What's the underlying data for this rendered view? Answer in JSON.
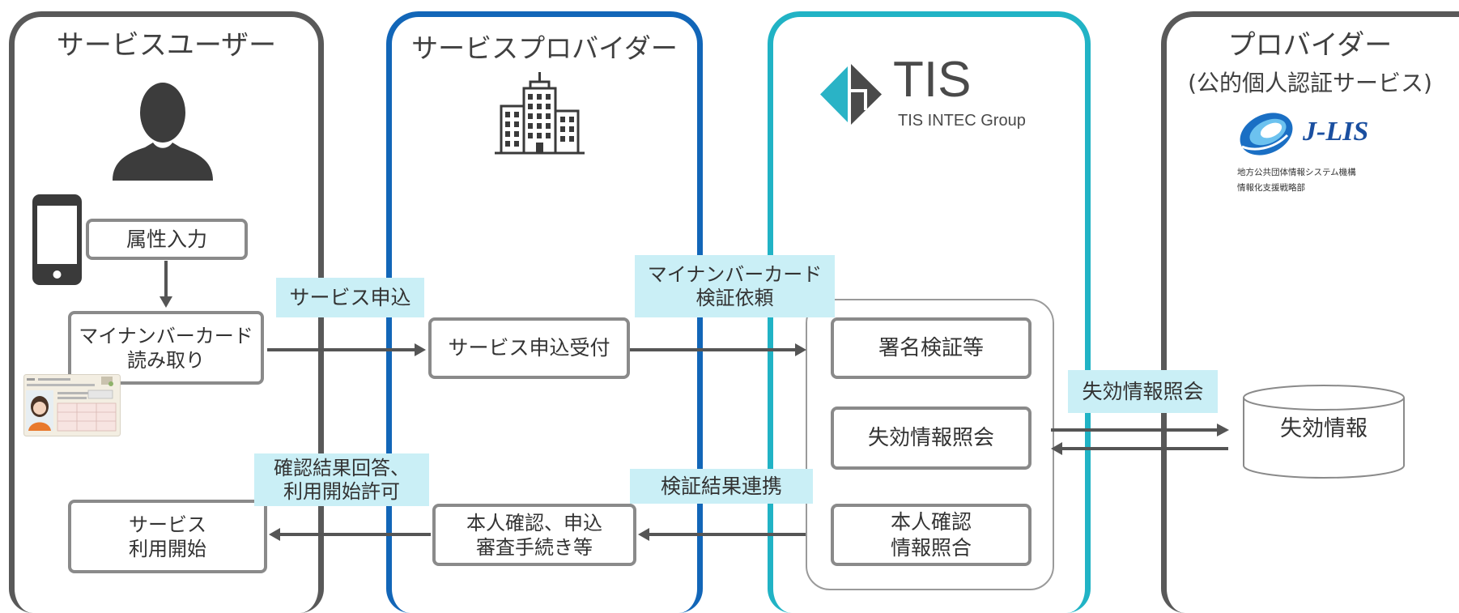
{
  "diagram": {
    "service_user": {
      "title": "サービスユーザー",
      "attribute_input": "属性入力",
      "card_read": [
        "マイナンバーカード",
        "読み取り"
      ],
      "service_start": [
        "サービス",
        "利用開始"
      ]
    },
    "service_provider": {
      "title": "サービスプロバイダー",
      "application_receipt": "サービス申込受付",
      "identity_review": [
        "本人確認、申込",
        "審査手続き等"
      ]
    },
    "tis": {
      "logo_text": "TIS",
      "logo_subtext": "TIS INTEC Group",
      "signature_verification": "署名検証等",
      "revocation_query": "失効情報照会",
      "identity_match": [
        "本人確認",
        "情報照合"
      ]
    },
    "provider": {
      "title": "プロバイダー",
      "subtitle": "(公的個人認証サービス)",
      "logo_text": "J-LIS",
      "org_line1": "地方公共団体情報システム機構",
      "org_line2": "情報化支援戦略部",
      "revocation_db": "失効情報"
    }
  },
  "flow_labels": {
    "service_application": "サービス申込",
    "card_verification_request": [
      "マイナンバーカード",
      "検証依頼"
    ],
    "confirmation_reply": [
      "確認結果回答、",
      "利用開始許可"
    ],
    "verification_result": "検証結果連携",
    "revocation_query": "失効情報照会"
  },
  "colors": {
    "user_column_border": "#595959",
    "service_provider_column_border": "#1266b8",
    "tis_column_border": "#21b3c5",
    "provider_column_border": "#595959",
    "flow_label_background": "#caeff6",
    "box_border": "#8a8a8a",
    "arrow": "#555555",
    "tis_logo_teal": "#2ab3c6",
    "jlis_blue": "#1a4fa0"
  },
  "icons": [
    "person-icon",
    "smartphone-icon",
    "my-number-card-icon",
    "building-icon",
    "tis-logo-icon",
    "j-lis-logo-icon",
    "database-cylinder-icon"
  ]
}
